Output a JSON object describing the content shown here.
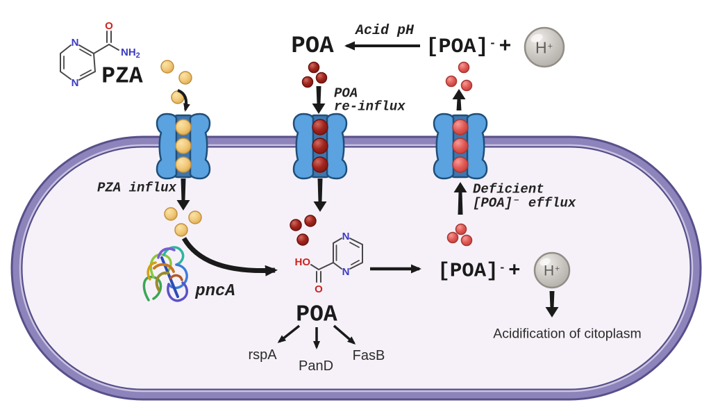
{
  "labels": {
    "pza": "PZA",
    "poa": "POA",
    "poa_anion": "[POA]",
    "anion_charge": "-",
    "plus": "+",
    "proton": "H",
    "proton_charge": "+"
  },
  "annotations": {
    "acid_ph": "Acid pH",
    "pza_influx": "PZA influx",
    "poa_reinflux_line1": "POA",
    "poa_reinflux_line2": "re-influx",
    "deficient_efflux_line1": "Deficient",
    "deficient_efflux_line2": "[POA]⁻ efflux",
    "pnca_enzyme": "pncA",
    "acidification": "Acidification of citoplasm"
  },
  "downstream_targets": [
    "rspA",
    "PanD",
    "FasB"
  ],
  "atoms": {
    "n": "N",
    "o": "O",
    "ho": "HO",
    "nh": "NH",
    "amine_sub": "2"
  },
  "colors": {
    "membrane_band": "#8d84bb",
    "membrane_edge": "#57508a",
    "membrane_inner_stripe": "#cbc4e2",
    "cytoplasm_fill": "#f6f1f8",
    "channel_blue": "#5aa2e0",
    "channel_pore": "#3e76ae",
    "channel_outline": "#1f4e79",
    "pza_molecule_yellow": "#f1c878",
    "poa_molecule_dark_red": "#a1251d",
    "poa_anion_red": "#e25a55",
    "proton_sphere_gray": "#c9c5c0",
    "arrow_black": "#1a1a1a",
    "nitrogen_blue": "#3b3bc4",
    "oxygen_red": "#cc2222"
  }
}
